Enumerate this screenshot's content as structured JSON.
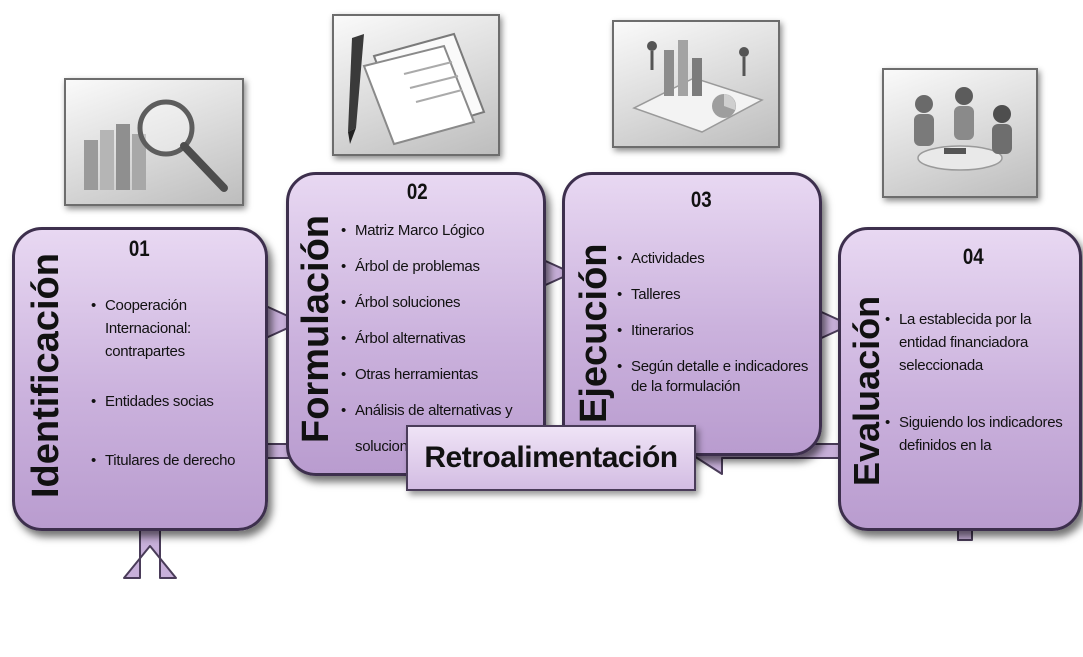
{
  "stages": [
    {
      "num": "01",
      "title": "Identificación",
      "items": [
        "Cooperación Internacional: contrapartes",
        "Entidades socias",
        "Titulares de derecho"
      ],
      "picture": "magnifier-binders-icon"
    },
    {
      "num": "02",
      "title": "Formulación",
      "items": [
        "Matriz Marco Lógico",
        "Árbol de problemas",
        "Árbol soluciones",
        "Árbol alternativas",
        "Otras herramientas",
        "Análisis de alternativas y soluciones"
      ],
      "picture": "pen-documents-icon"
    },
    {
      "num": "03",
      "title": "Ejecución",
      "items": [
        "Actividades",
        "Talleres",
        "Itinerarios",
        "Según detalle e indicadores de la formulación"
      ],
      "picture": "workers-charts-icon"
    },
    {
      "num": "04",
      "title": "Evaluación",
      "items": [
        "La establecida por la entidad financiadora seleccionada",
        "Siguiendo los indicadores definidos en la"
      ],
      "picture": "meeting-people-icon"
    }
  ],
  "feedback": {
    "label": "Retroalimentación"
  },
  "colors": {
    "stage_fill": "#cbb2dd",
    "stage_border": "#3d2f4d",
    "arrow_fill": "#c8b0da"
  }
}
